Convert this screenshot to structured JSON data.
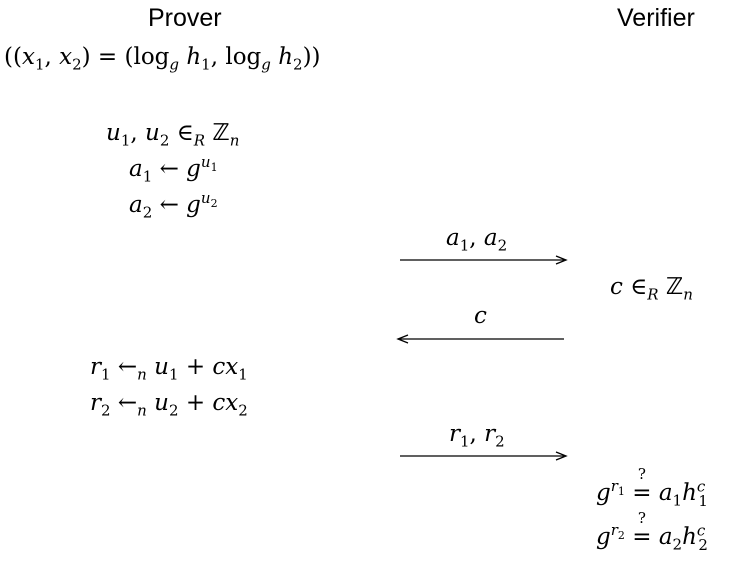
{
  "headers": {
    "prover": "Prover",
    "verifier": "Verifier"
  },
  "secret": {
    "lhs": "((x",
    "eq": "= (log",
    "h1": "h",
    "log2": ", log",
    "h2": "h",
    "close": "))"
  },
  "sym": {
    "x": "x",
    "u": "u",
    "a": "a",
    "r": "r",
    "g": "g",
    "c": "c",
    "h": "h",
    "sub1": "1",
    "sub2": "2",
    "subR": "R",
    "subn": "n",
    "subg": "g",
    "Zn": "ℤ",
    "in": "∈",
    "larrow": "←",
    "plus": "+",
    "comma": ", ",
    "eqq": "=",
    "q": "?"
  },
  "messages": {
    "first": "a1, a2",
    "challenge": "c",
    "response": "r1, r2"
  },
  "colors": {
    "ink": "#000000",
    "background": "#ffffff"
  }
}
